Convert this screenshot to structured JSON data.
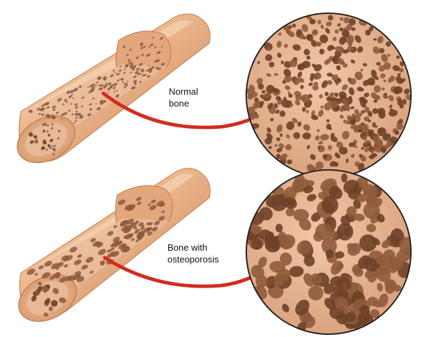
{
  "panels": [
    {
      "label_lines": [
        "Normal",
        "bone"
      ],
      "condition": "normal"
    },
    {
      "label_lines": [
        "Bone with",
        "osteoporosis"
      ],
      "condition": "osteoporosis"
    }
  ],
  "colors": {
    "bone_outer": "#e9b58a",
    "bone_highlight": "#f8d9b9",
    "bone_shadow": "#c7845a",
    "bone_end_rim": "#e0a06c",
    "spongy_fill": "#e7b99a",
    "pore": "#8f5b3c",
    "pore_dark": "#6e4128",
    "arrow": "#d42b1f",
    "arrow_dark": "#a51a12",
    "circle_edge": "#222222"
  }
}
